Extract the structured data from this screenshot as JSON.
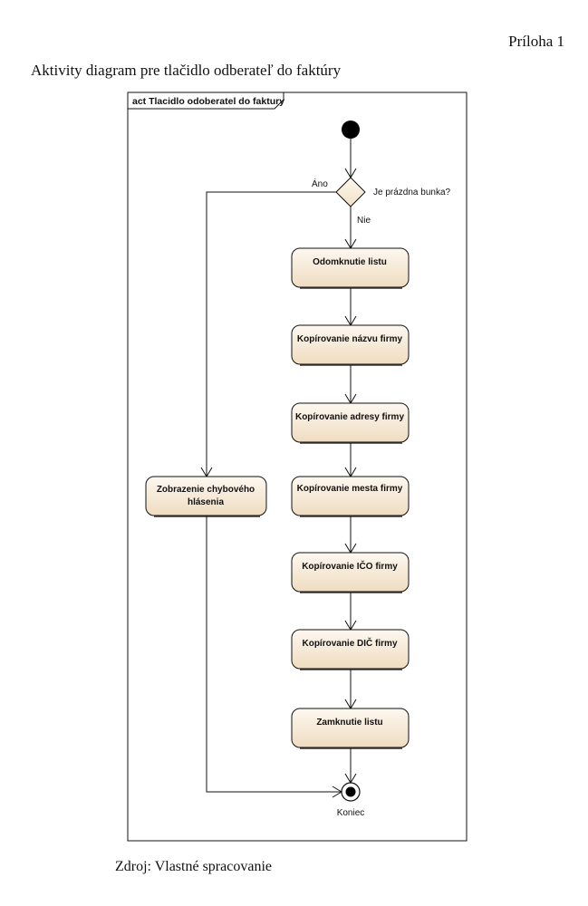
{
  "page": {
    "appendix_label": "Príloha 1",
    "title": "Aktivity diagram pre tlačidlo odberateľ do faktúry",
    "source": "Zdroj: Vlastné spracovanie"
  },
  "diagram": {
    "frame_label": "act Tlacidlo odoberatel do faktury",
    "decision_question": "Je prázdna bunka?",
    "yes_label": "Áno",
    "no_label": "Nie",
    "actions": [
      "Odomknutie listu",
      "Kopírovanie názvu firmy",
      "Kopírovanie adresy firmy",
      "Kopírovanie mesta firmy",
      "Kopírovanie IČO firmy",
      "Kopírovanie DIČ firmy",
      "Zamknutie listu"
    ],
    "error_action_line1": "Zobrazenie chybového",
    "error_action_line2": "hlásenia",
    "final_label": "Koniec",
    "colors": {
      "action_fill_top": "#fdf8f0",
      "action_fill_bottom": "#efdcc0",
      "line": "#111111"
    }
  }
}
